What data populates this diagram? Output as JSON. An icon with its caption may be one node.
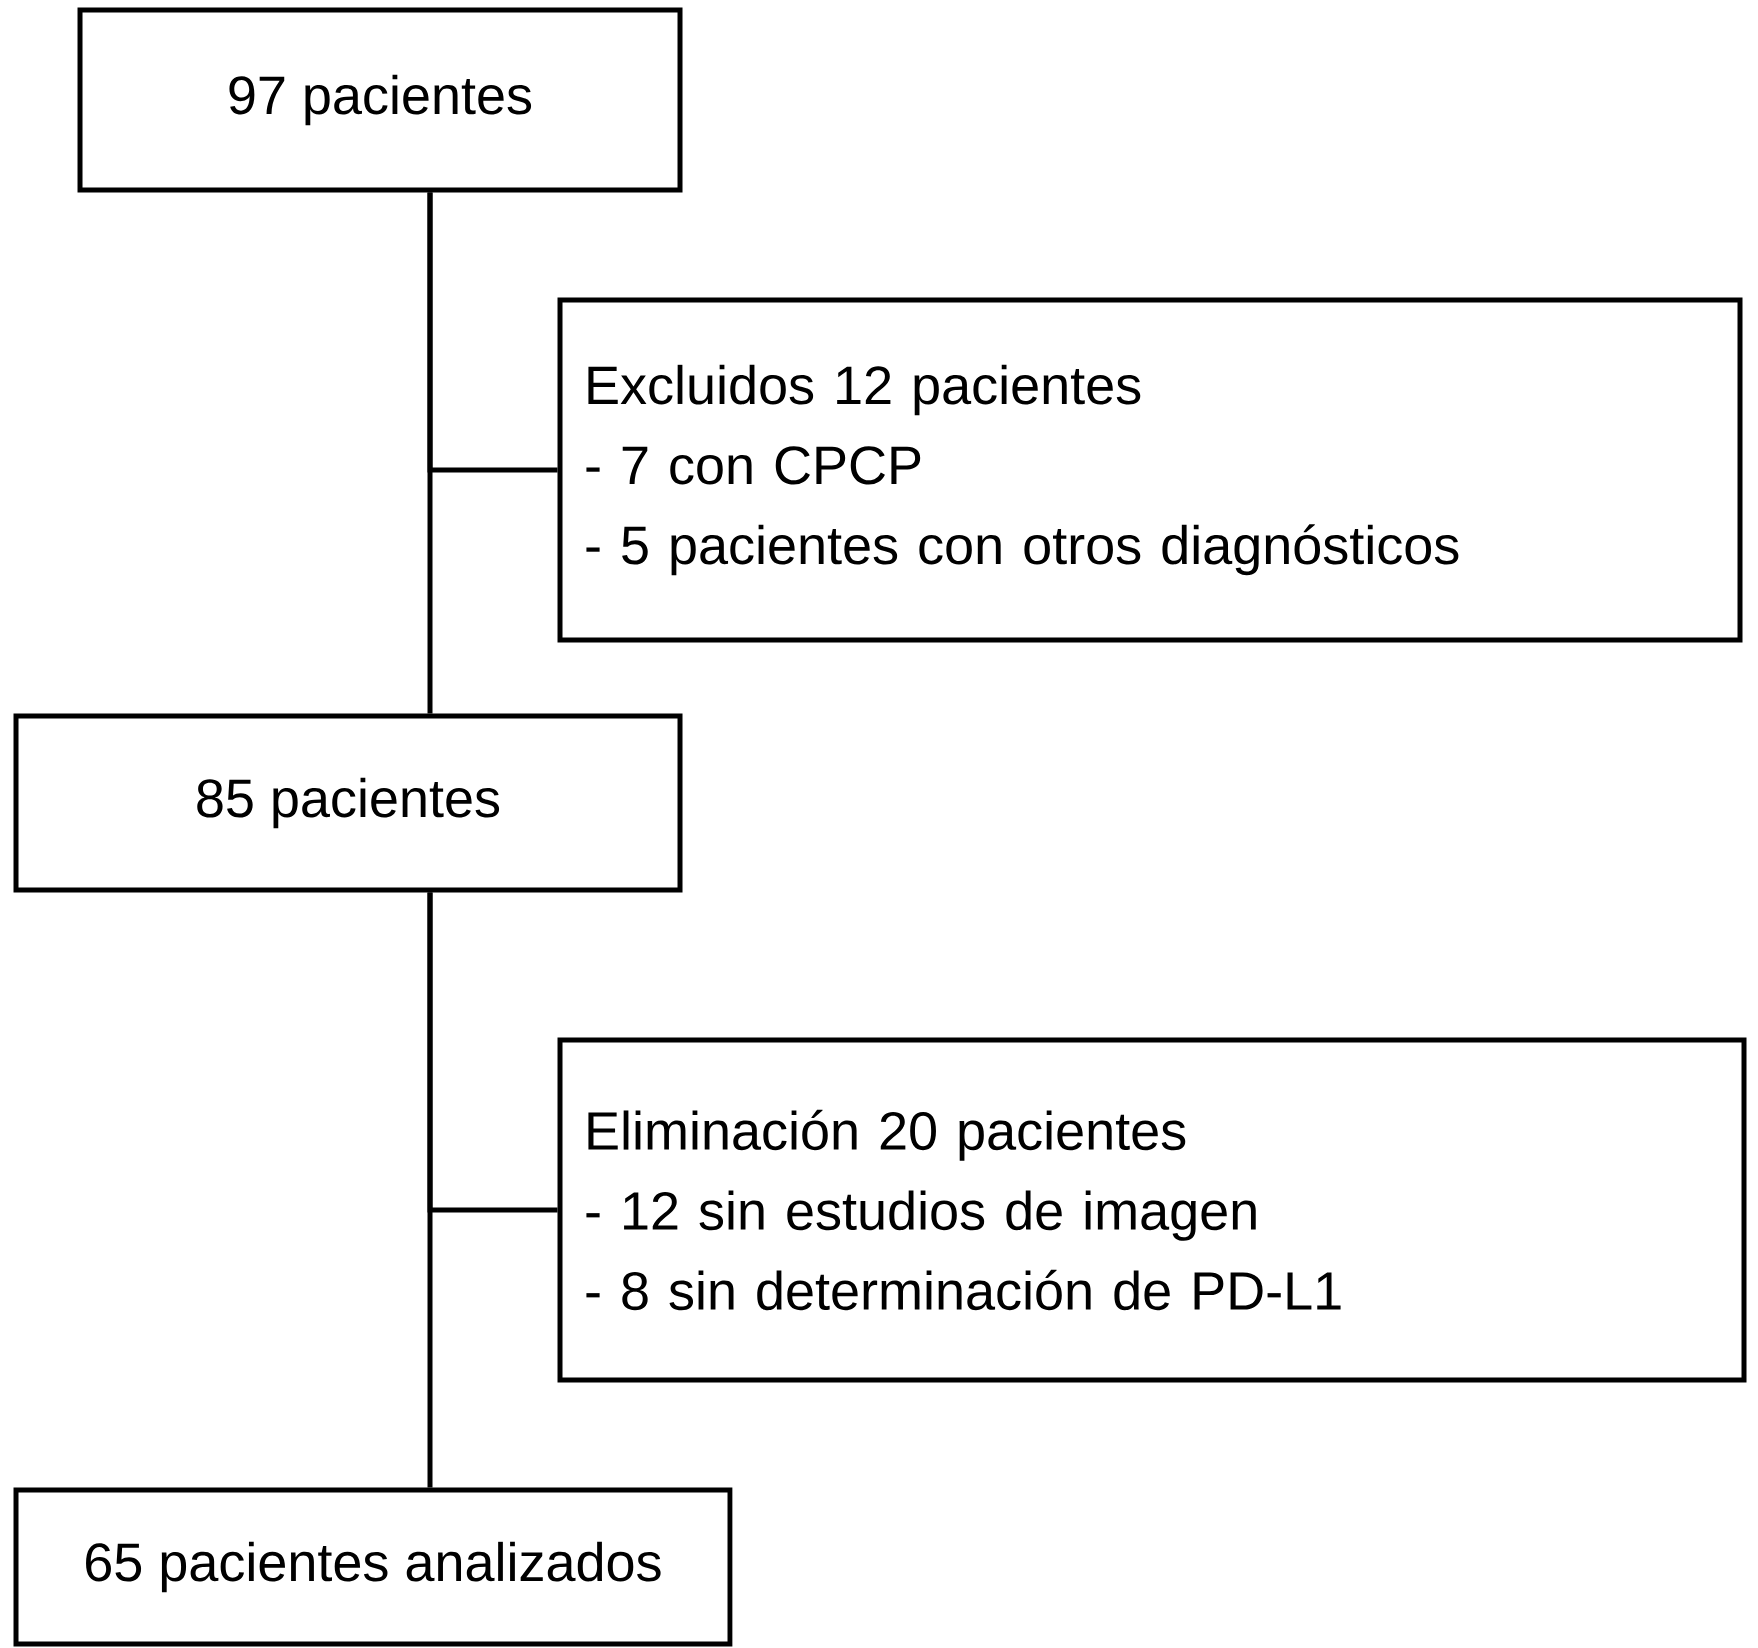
{
  "diagram": {
    "nodes": [
      {
        "text": [
          "97 pacientes"
        ]
      },
      {
        "text": [
          "Excluidos 12 pacientes",
          "- 7 con CPCP",
          "- 5 pacientes con otros diagnósticos"
        ]
      },
      {
        "text": [
          "85 pacientes"
        ]
      },
      {
        "text": [
          "Eliminación 20 pacientes",
          "- 12 sin estudios de imagen",
          "- 8 sin determinación de PD-L1"
        ]
      },
      {
        "text": [
          "65 pacientes analizados"
        ]
      }
    ],
    "edges": [
      {
        "from": 0,
        "to": 2,
        "arrow": "none"
      },
      {
        "from": 0,
        "to": 1,
        "arrow": "none"
      },
      {
        "from": 2,
        "to": 4,
        "arrow": "none"
      },
      {
        "from": 2,
        "to": 3,
        "arrow": "none"
      }
    ]
  }
}
